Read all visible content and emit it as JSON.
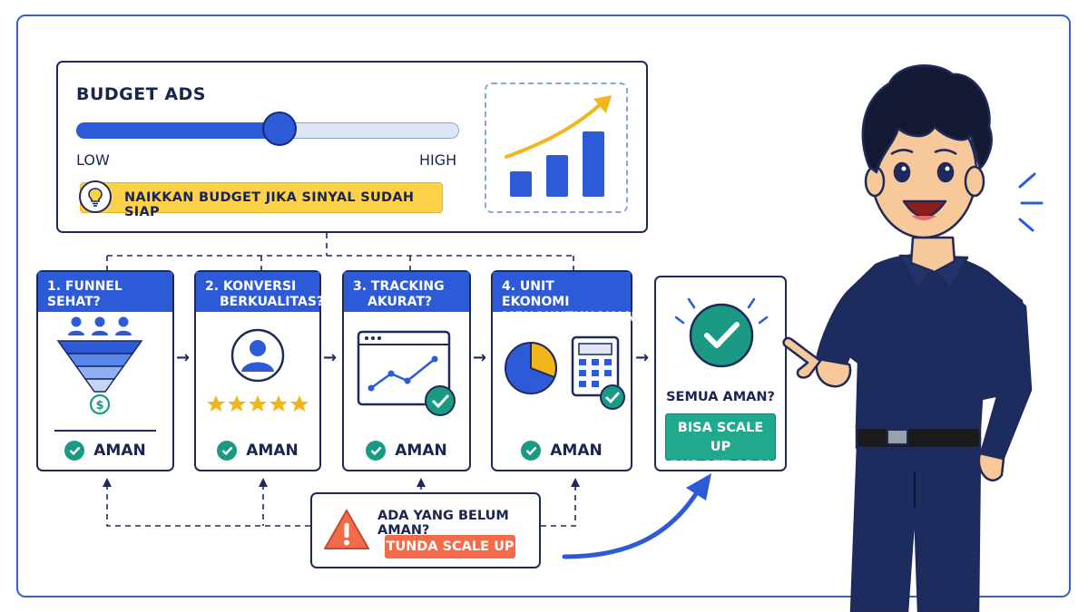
{
  "budget": {
    "title": "BUDGET ADS",
    "low_label": "LOW",
    "high_label": "HIGH",
    "slider_level": 0.53,
    "tip": "NAIKKAN BUDGET JIKA SINYAL SUDAH SIAP"
  },
  "steps": [
    {
      "line1": "1. FUNNEL SEHAT?",
      "line2": "",
      "status": "AMAN"
    },
    {
      "line1": "2. KONVERSI",
      "line2": "BERKUALITAS?",
      "status": "AMAN"
    },
    {
      "line1": "3. TRACKING",
      "line2": "AKURAT?",
      "status": "AMAN"
    },
    {
      "line1": "4. UNIT EKONOMI",
      "line2": "MENGUNTUNGKAN?",
      "status": "AMAN"
    }
  ],
  "result": {
    "question": "SEMUA AMAN?",
    "line1": "BISA SCALE UP",
    "line2": "BUDGET ADS!"
  },
  "warning": {
    "question": "ADA YANG BELUM AMAN?",
    "action": "TUNDA SCALE UP"
  },
  "colors": {
    "primary": "#2d5bd8",
    "navy": "#1f2a5a",
    "success": "#1a9a82",
    "warning": "#f26b4a",
    "highlight": "#fdd24a"
  }
}
